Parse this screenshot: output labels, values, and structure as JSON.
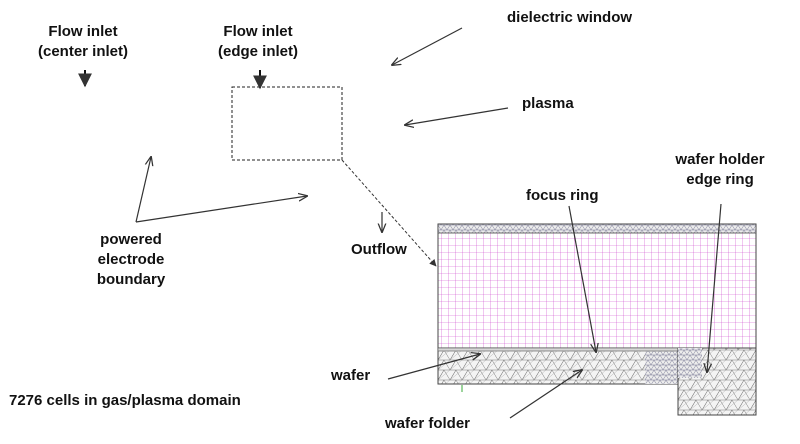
{
  "labels": {
    "center_inlet_line1": "Flow inlet",
    "center_inlet_line2": "(center inlet)",
    "edge_inlet_line1": "Flow inlet",
    "edge_inlet_line2": "(edge inlet)",
    "dielectric_window": "dielectric window",
    "plasma": "plasma",
    "wafer_holder_line1": "wafer holder",
    "wafer_holder_line2": "edge ring",
    "focus_ring": "focus ring",
    "powered_line1": "powered",
    "powered_line2": "electrode",
    "powered_line3": "boundary",
    "outflow": "Outflow",
    "wafer": "wafer",
    "cells_note": "7276 cells in gas/plasma domain",
    "wafer_folder": "wafer folder"
  },
  "colors": {
    "text": "#111111",
    "arrow": "#333333",
    "plasma_mesh": "#cc44cc",
    "solid_mesh": "#555555",
    "mesh_border": "#444444",
    "background": "#ffffff"
  }
}
